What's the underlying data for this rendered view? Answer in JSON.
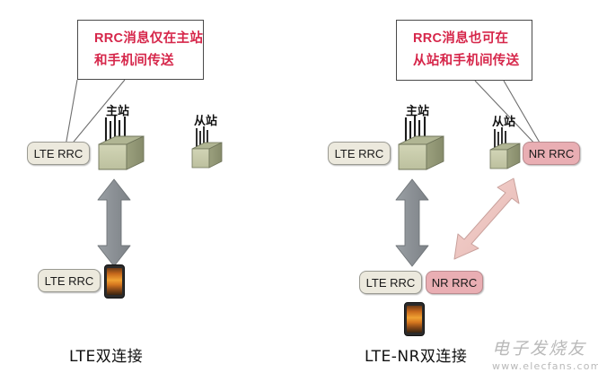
{
  "figure": {
    "title_left": "LTE双连接",
    "title_right": "LTE-NR双连接"
  },
  "left_panel": {
    "callout": {
      "line1": "RRC消息仅在主站",
      "line2": "和手机间传送",
      "color": "#d6264a"
    },
    "master_station_label": "主站",
    "slave_station_label": "从站",
    "master_pill": "LTE RRC",
    "phone_pill": "LTE RRC",
    "caption": "LTE双连接",
    "arrow": {
      "name": "gray-double-arrow",
      "color": "#8c9196",
      "direction": "vertical"
    }
  },
  "right_panel": {
    "callout": {
      "line1": "RRC消息也可在",
      "line2": "从站和手机间传送",
      "color": "#d6264a"
    },
    "master_station_label": "主站",
    "slave_station_label": "从站",
    "master_pill": "LTE RRC",
    "slave_pill": "NR RRC",
    "phone_pill_lte": "LTE RRC",
    "phone_pill_nr": "NR RRC",
    "caption": "LTE-NR双连接",
    "arrow_gray": {
      "name": "gray-double-arrow",
      "color": "#8c9196",
      "direction": "vertical"
    },
    "arrow_pink": {
      "name": "pink-double-arrow",
      "color": "#eec3c0",
      "direction": "diagonal"
    }
  },
  "watermark": {
    "text_cn": "电子发烧友",
    "url": "www.elecfans.com"
  },
  "colors": {
    "callout_text": "#d6264a",
    "pill_lte_fill": "#ece9dd",
    "pill_nr_fill": "#e9aeb3",
    "station_body": "#c8cbab",
    "station_top": "#a8ad8a",
    "station_side": "#8e9374",
    "arrow_gray": "#8c9196",
    "arrow_pink": "#eec3c0"
  }
}
